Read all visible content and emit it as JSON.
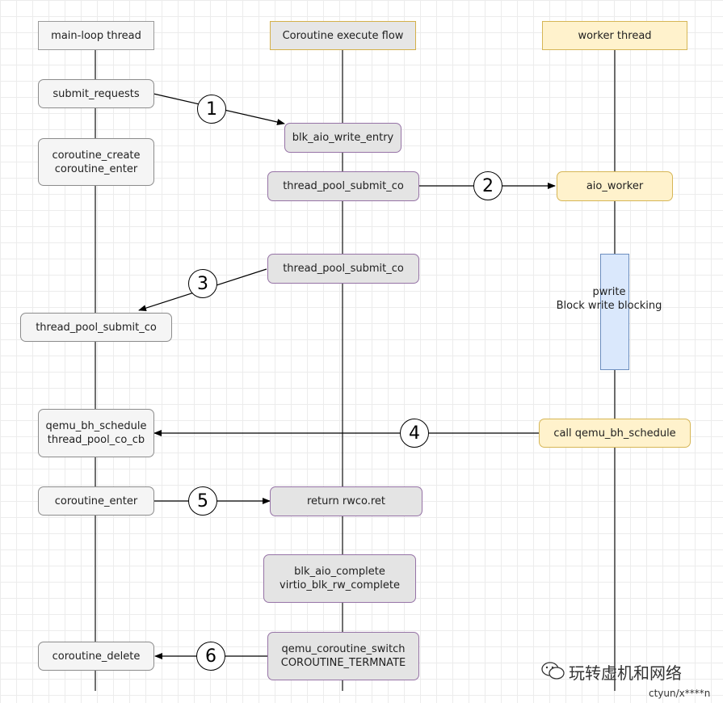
{
  "lanes": {
    "main": "main-loop thread",
    "exec": "Coroutine execute flow",
    "worker": "worker thread"
  },
  "nodes": {
    "submit_requests": "submit_requests",
    "coroutine_create": "coroutine_create\ncoroutine_enter",
    "blk_aio_write_entry": "blk_aio_write_entry",
    "thread_pool_submit_co_1": "thread_pool_submit_co",
    "aio_worker": "aio_worker",
    "thread_pool_submit_co_2": "thread_pool_submit_co",
    "thread_pool_submit_co_main": "thread_pool_submit_co",
    "pwrite": "pwrite\nBlock write blocking",
    "qemu_bh_schedule": "qemu_bh_schedule\nthread_pool_co_cb",
    "call_qemu_bh_schedule": "call qemu_bh_schedule",
    "coroutine_enter": "coroutine_enter",
    "return_rwco": "return rwco.ret",
    "blk_aio_complete": "blk_aio_complete\nvirtio_blk_rw_complete",
    "coroutine_delete": "coroutine_delete",
    "qemu_coroutine_switch": "qemu_coroutine_switch\nCOROUTINE_TERMNATE"
  },
  "steps": [
    "1",
    "2",
    "3",
    "4",
    "5",
    "6"
  ],
  "watermark": {
    "text": "玩转虚机和网络",
    "sub": "ctyun/x****n"
  }
}
